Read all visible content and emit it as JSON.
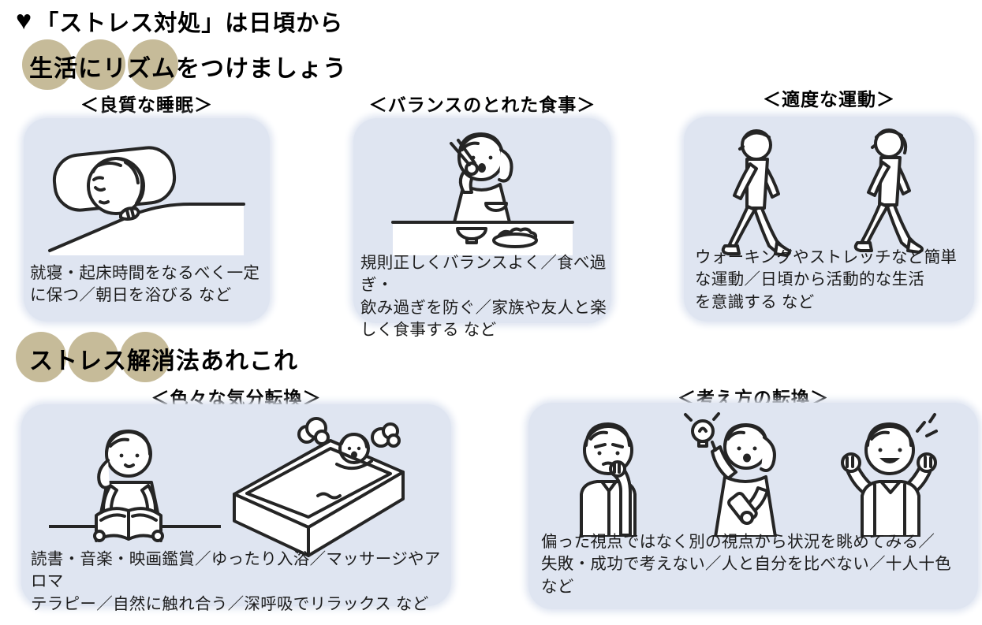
{
  "colors": {
    "card_bg": "#dfe5f1",
    "accent_circle": "#c6bb99",
    "ink": "#1c1c1c"
  },
  "header": {
    "heart_icon": "♥",
    "title": "「ストレス対処」は日頃から"
  },
  "sections": [
    {
      "heading": "生活にリズムをつけましょう",
      "cards": [
        {
          "title": "＜良質な睡眠＞",
          "illustration": "sleeping-person",
          "caption": "就寝・起床時間をなるべく一定\nに保つ／朝日を浴びる など"
        },
        {
          "title": "＜バランスのとれた食事＞",
          "illustration": "woman-eating-meal",
          "caption": "規則正しくバランスよく／食べ過ぎ・\n飲み過ぎを防ぐ／家族や友人と楽\nしく食事する など"
        },
        {
          "title": "＜適度な運動＞",
          "illustration": "two-people-walking",
          "caption": "ウォーキングやストレッチなど簡単\nな運動／日頃から活動的な生活\nを意識する など"
        }
      ]
    },
    {
      "heading": "ストレス解消法あれこれ",
      "cards": [
        {
          "title": "＜色々な気分転換＞",
          "illustration": "reading-woman-and-bathtub",
          "caption": "読書・音楽・映画鑑賞／ゆったり入浴／マッサージやアロマ\nテラピー／自然に触れ合う／深呼吸でリラックス など"
        },
        {
          "title": "＜考え方の転換＞",
          "illustration": "changing-perspective-people",
          "caption": "偏った視点ではなく別の視点から状況を眺めてみる／\n失敗・成功で考えない／人と自分を比べない／十人十色\nなど"
        }
      ]
    }
  ]
}
